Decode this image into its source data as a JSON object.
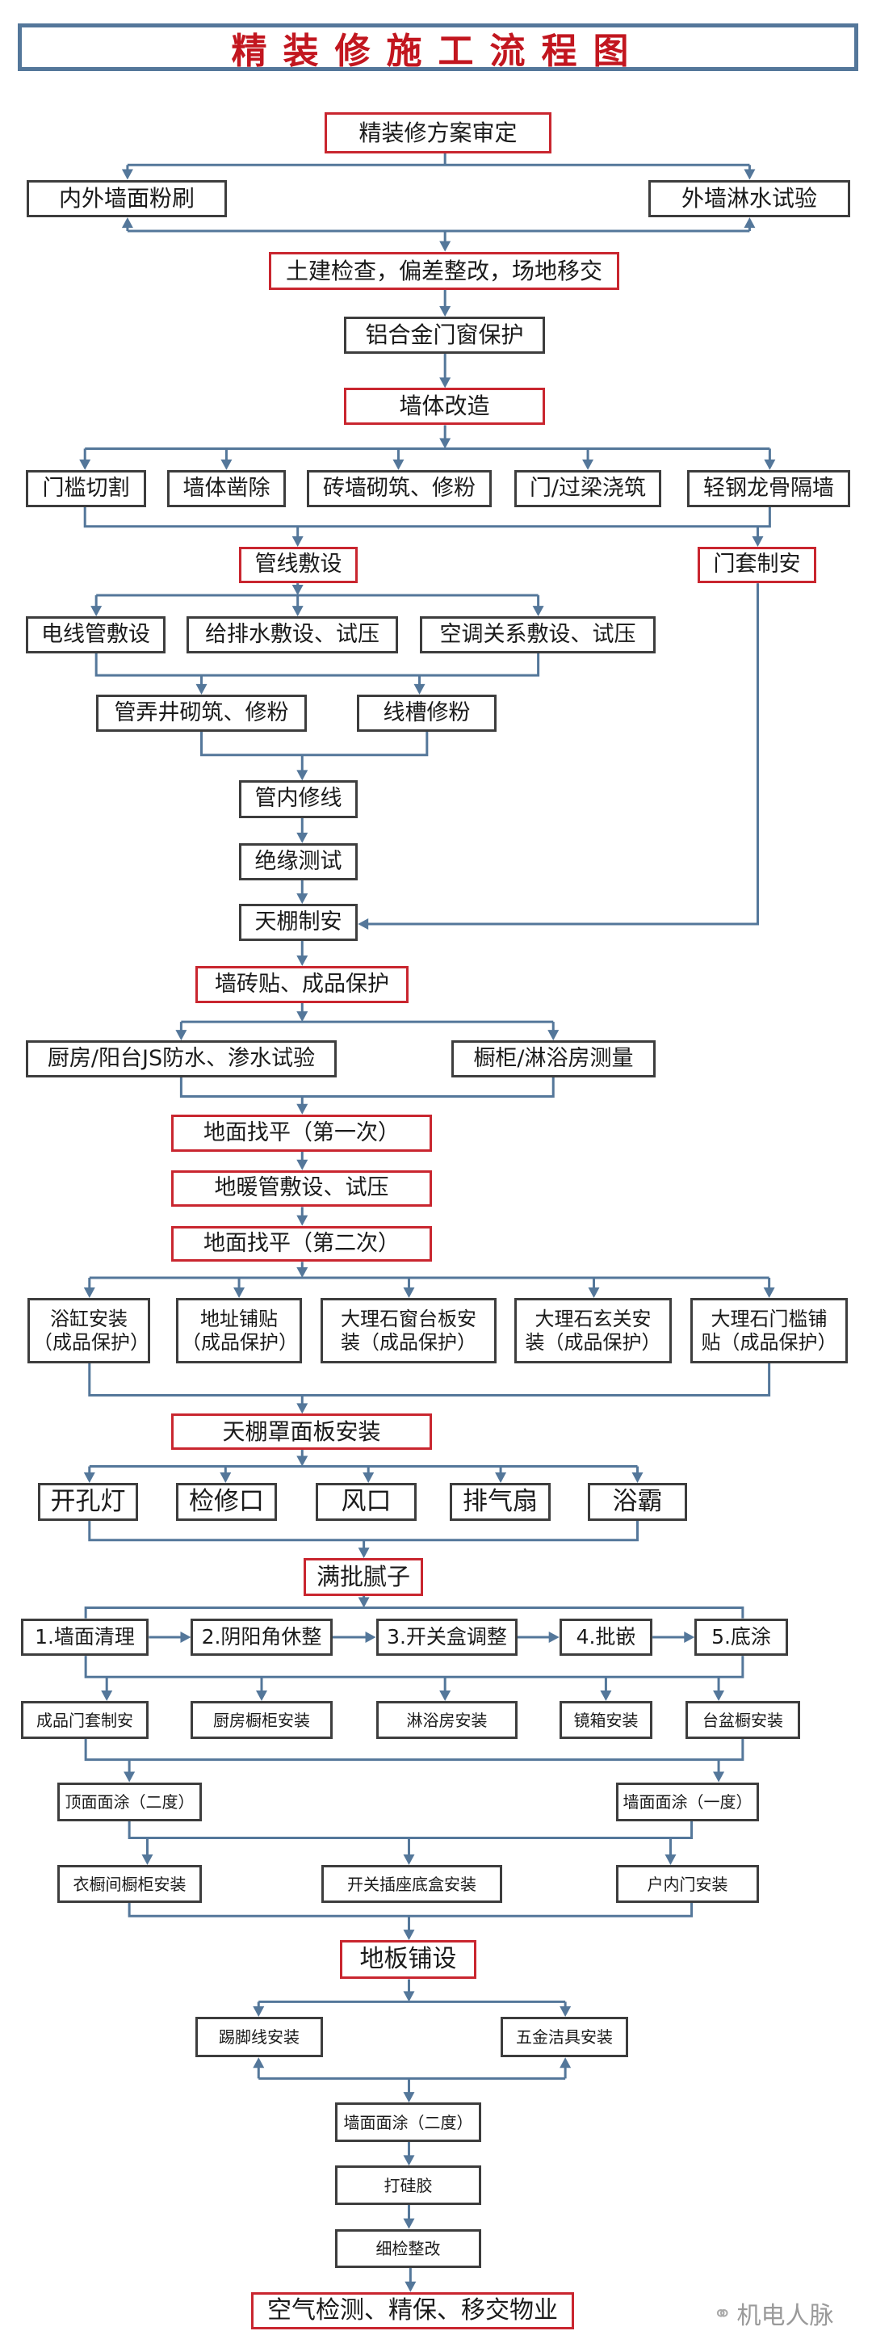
{
  "title": "精装修施工流程图",
  "colors": {
    "connector": "#54779a",
    "key_step_border": "#c9262f",
    "step_border": "#3d3d3d",
    "title_text": "#c2161f"
  },
  "nodes": {
    "a1": "精装修方案审定",
    "a2": "内外墙面粉刷",
    "a3": "外墙淋水试验",
    "a4": "土建检查，偏差整改，场地移交",
    "a5": "铝合金门窗保护",
    "a6": "墙体改造",
    "b1": "门槛切割",
    "b2": "墙体凿除",
    "b3": "砖墙砌筑、修粉",
    "b4": "门/过梁浇筑",
    "b5": "轻钢龙骨隔墙",
    "c1": "管线敷设",
    "c2": "门套制安",
    "d1": "电线管敷设",
    "d2": "给排水敷设、试压",
    "d3": "空调关系敷设、试压",
    "e1": "管弄井砌筑、修粉",
    "e2": "线槽修粉",
    "f1": "管内修线",
    "f2": "绝缘测试",
    "f3": "天棚制安",
    "g1": "墙砖贴、成品保护",
    "h1": "厨房/阳台JS防水、渗水试验",
    "h2": "橱柜/淋浴房测量",
    "i1": "地面找平（第一次）",
    "i2": "地暖管敷设、试压",
    "i3": "地面找平（第二次）",
    "j1": "浴缸安装\n（成品保护）",
    "j2": "地址铺贴\n（成品保护）",
    "j3": "大理石窗台板安\n装（成品保护）",
    "j4": "大理石玄关安\n装（成品保护）",
    "j5": "大理石门槛铺\n贴（成品保护）",
    "k1": "天棚罩面板安装",
    "l1": "开孔灯",
    "l2": "检修口",
    "l3": "风口",
    "l4": "排气扇",
    "l5": "浴霸",
    "m1": "满批腻子",
    "n1": "1.墙面清理",
    "n2": "2.阴阳角休整",
    "n3": "3.开关盒调整",
    "n4": "4.批嵌",
    "n5": "5.底涂",
    "o1": "成品门套制安",
    "o2": "厨房橱柜安装",
    "o3": "淋浴房安装",
    "o4": "镜箱安装",
    "o5": "台盆橱安装",
    "p1": "顶面面涂（二度）",
    "p2": "墙面面涂（一度）",
    "q1": "衣橱间橱柜安装",
    "q2": "开关插座底盒安装",
    "q3": "户内门安装",
    "r1": "地板铺设",
    "s1": "踢脚线安装",
    "s2": "五金洁具安装",
    "t1": "墙面面涂（二度）",
    "t2": "打硅胶",
    "t3": "细检整改",
    "u1": "空气检测、精保、移交物业"
  },
  "watermark": {
    "icon": "wechat-icon",
    "text": "机电人脉"
  }
}
